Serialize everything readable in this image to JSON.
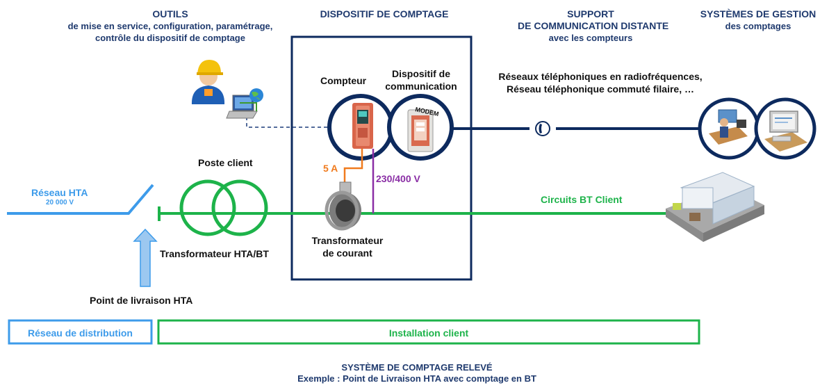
{
  "headers": {
    "outils_title": "OUTILS",
    "outils_sub1": "de mise en service, configuration, paramétrage,",
    "outils_sub2": "contrôle du dispositif de comptage",
    "dispositif_title": "DISPOSITIF DE COMPTAGE",
    "support_title1": "SUPPORT",
    "support_title2": "DE COMMUNICATION DISTANTE",
    "support_sub": "avec les compteurs",
    "systemes_title": "SYSTÈMES DE GESTION",
    "systemes_sub": "des comptages"
  },
  "labels": {
    "compteur": "Compteur",
    "dispositif1": "Dispositif de",
    "dispositif2": "communication",
    "modem": "MODEM",
    "reseaux1": "Réseaux téléphoniques en radiofréquences,",
    "reseaux2": "Réseau téléphonique commuté filaire, …",
    "poste_client": "Poste client",
    "reseau_hta": "Réseau HTA",
    "volt_hta": "20 000 V",
    "five_a": "5 A",
    "volt_bt": "230/400 V",
    "circuits_bt": "Circuits BT Client",
    "transfo1": "Transformateur",
    "transfo2": "de courant",
    "transfo_hta": "Transformateur HTA/BT",
    "point_livraison": "Point de livraison HTA",
    "reseau_distribution": "Réseau de distribution",
    "installation_client": "Installation client",
    "footer1": "SYSTÈME DE COMPTAGE RELEVÉ",
    "footer2": "Exemple : Point de Livraison HTA avec comptage en BT"
  },
  "colors": {
    "navy": "#0d2a5e",
    "green": "#1db34a",
    "blue": "#3d9bea",
    "orange": "#f07b1e",
    "purple": "#8a2ea5",
    "header_text": "#1f3a6e"
  },
  "icons": [
    "technician-icon",
    "laptop-network-icon",
    "current-meter-icon",
    "modem-icon",
    "telephone-icon",
    "operator-desk-icon",
    "computer-icon",
    "factory-icon",
    "current-transformer-icon",
    "switch-icon",
    "arrow-up-icon"
  ]
}
